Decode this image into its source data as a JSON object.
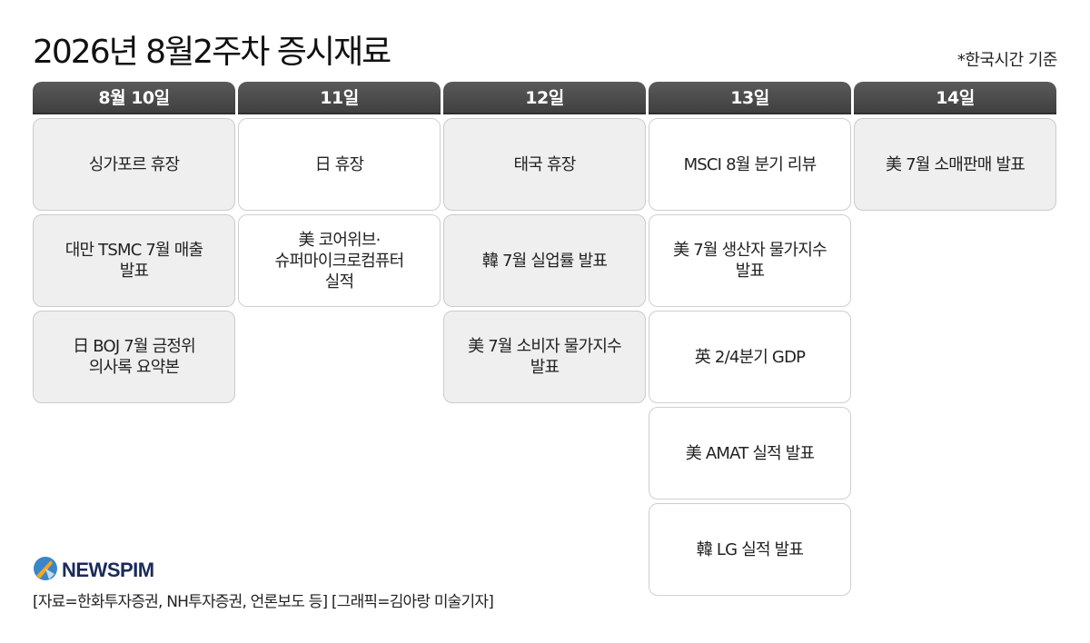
{
  "title": "2026년 8월2주차 증시재료",
  "note": "*한국시간 기준",
  "colors": {
    "header_bg": "#4a4a4a",
    "cell_gray": "#efefef",
    "cell_white": "#ffffff"
  },
  "columns": [
    {
      "header": "8월 10일",
      "events": [
        {
          "text": "싱가포르 휴장",
          "style": "gray"
        },
        {
          "text": "대만 TSMC 7월 매출\n발표",
          "style": "gray"
        },
        {
          "text": "日 BOJ 7월 금정위\n의사록 요약본",
          "style": "gray"
        }
      ]
    },
    {
      "header": "11일",
      "events": [
        {
          "text": "日 휴장",
          "style": "white"
        },
        {
          "text": "美 코어위브·\n슈퍼마이크로컴퓨터\n실적",
          "style": "white"
        }
      ]
    },
    {
      "header": "12일",
      "events": [
        {
          "text": "태국 휴장",
          "style": "gray"
        },
        {
          "text": "韓 7월 실업률 발표",
          "style": "gray"
        },
        {
          "text": "美 7월 소비자 물가지수\n발표",
          "style": "gray"
        }
      ]
    },
    {
      "header": "13일",
      "events": [
        {
          "text": "MSCI 8월 분기 리뷰",
          "style": "white"
        },
        {
          "text": "美 7월 생산자 물가지수\n발표",
          "style": "white"
        },
        {
          "text": "英 2/4분기 GDP",
          "style": "white"
        },
        {
          "text": "美 AMAT 실적 발표",
          "style": "white"
        },
        {
          "text": "韓 LG 실적 발표",
          "style": "white"
        }
      ]
    },
    {
      "header": "14일",
      "events": [
        {
          "text": "美 7월 소매판매 발표",
          "style": "gray"
        }
      ]
    }
  ],
  "logo": {
    "icon": "newspim-logo-icon",
    "text": "NEWSPIM"
  },
  "source": "[자료=한화투자증권, NH투자증권, 언론보도 등] [그래픽=김아랑 미술기자]"
}
